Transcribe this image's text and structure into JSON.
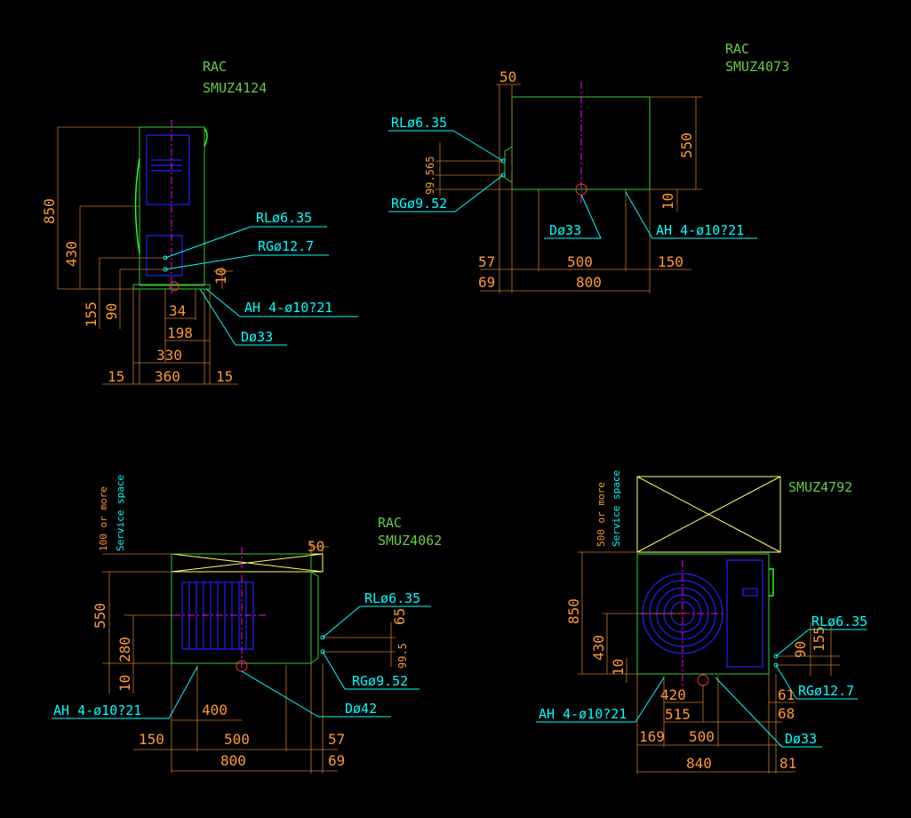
{
  "views": {
    "smuz4124": {
      "title_line1": "RAC",
      "title_line2": "SMUZ4124",
      "labels": {
        "rl": "RLø6.35",
        "rg": "RGø12.7",
        "ah": "AH 4-ø10?21",
        "d": "Dø33"
      },
      "dims": {
        "h850": "850",
        "h430": "430",
        "h155": "155",
        "h90": "90",
        "h10": "10",
        "w34": "34",
        "w198": "198",
        "w330": "330",
        "w360": "360",
        "w15a": "15",
        "w15b": "15"
      }
    },
    "smuz4073": {
      "title_line1": "RAC",
      "title_line2": "SMUZ4073",
      "labels": {
        "rl": "RLø6.35",
        "rg": "RGø9.52",
        "d": "Dø33",
        "ah": "AH 4-ø10?21"
      },
      "dims": {
        "w50": "50",
        "h65": "65",
        "h99": "99.5",
        "h550": "550",
        "h10": "10",
        "w57": "57",
        "w500": "500",
        "w150": "150",
        "w69": "69",
        "w800": "800"
      }
    },
    "smuz4062": {
      "title_line1": "RAC",
      "title_line2": "SMUZ4062",
      "service_value": "100 or more",
      "service_text": "Service space",
      "labels": {
        "rl": "RLø6.35",
        "rg": "RGø9.52",
        "ah": "AH 4-ø10?21",
        "d": "Dø42"
      },
      "dims": {
        "w50": "50",
        "h550": "550",
        "h280": "280",
        "h10": "10",
        "h65": "65",
        "h99": "99.5",
        "w400": "400",
        "w150": "150",
        "w500": "500",
        "w57": "57",
        "w800": "800",
        "w69": "69"
      }
    },
    "smuz4792": {
      "title": "SMUZ4792",
      "service_value": "500 or more",
      "service_text": "Service space",
      "labels": {
        "rl": "RLø6.35",
        "rg": "RGø12.7",
        "ah": "AH 4-ø10?21",
        "d": "Dø33"
      },
      "dims": {
        "h850": "850",
        "h430": "430",
        "h10": "10",
        "h155": "155",
        "h90": "90",
        "w61": "61",
        "w68": "68",
        "w420": "420",
        "w515": "515",
        "w169": "169",
        "w500": "500",
        "w840": "840",
        "w81": "81"
      }
    }
  }
}
